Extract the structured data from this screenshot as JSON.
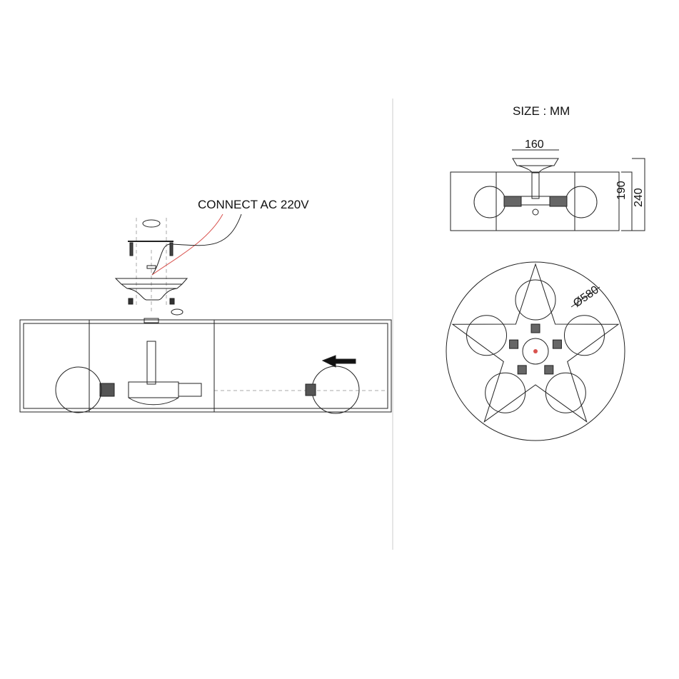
{
  "labels": {
    "connect": "CONNECT AC 220V",
    "size_unit": "SIZE : MM",
    "dim_canopy": "160",
    "dim_shade_height": "190",
    "dim_total_height": "240",
    "dim_diameter": "Ø580"
  },
  "colors": {
    "line": "#222222",
    "wire_red": "#d9534f",
    "guide": "#bbbbbb"
  }
}
